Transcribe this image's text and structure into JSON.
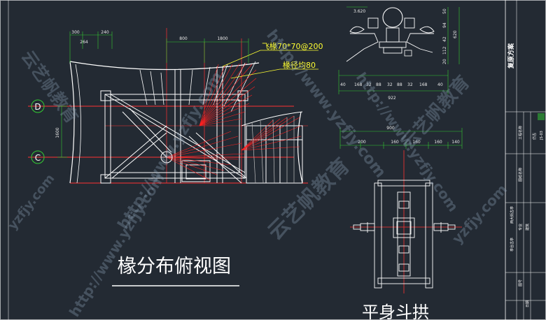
{
  "plan": {
    "title": "椽分布俯视图",
    "dims_top": [
      "300",
      "240",
      "264"
    ],
    "dims_mid": [
      "800",
      "1800"
    ],
    "dim_side": "1600",
    "axis_labels": [
      "D",
      "C"
    ],
    "note_rafter": "飞椽70*70@200",
    "note_diameter": "椽径均80"
  },
  "section": {
    "dims_top": [
      "3.620"
    ],
    "dims_right": [
      "620",
      "50",
      "94",
      "42",
      "112",
      "20"
    ],
    "dims_bottom": [
      "40",
      "168",
      "32",
      "88",
      "32",
      "88",
      "32",
      "168",
      "40"
    ],
    "dim_total": "922"
  },
  "bracket": {
    "title": "平身斗拱",
    "dim_total": "900",
    "dims": [
      "200",
      "160",
      "160",
      "160",
      "140"
    ]
  },
  "titleblock": {
    "heading": "复原方案",
    "rows": [
      "工程名称",
      "图纸名称",
      "专业",
      "建筑",
      "图号",
      "日期"
    ],
    "values": [
      "西大街古亭",
      "亭台古亭",
      "仿古",
      "JS-03"
    ]
  },
  "watermarks": {
    "url": "http://www.yzfjy.com",
    "brand": "云艺帆教育",
    "short": "yzfjy.com"
  }
}
